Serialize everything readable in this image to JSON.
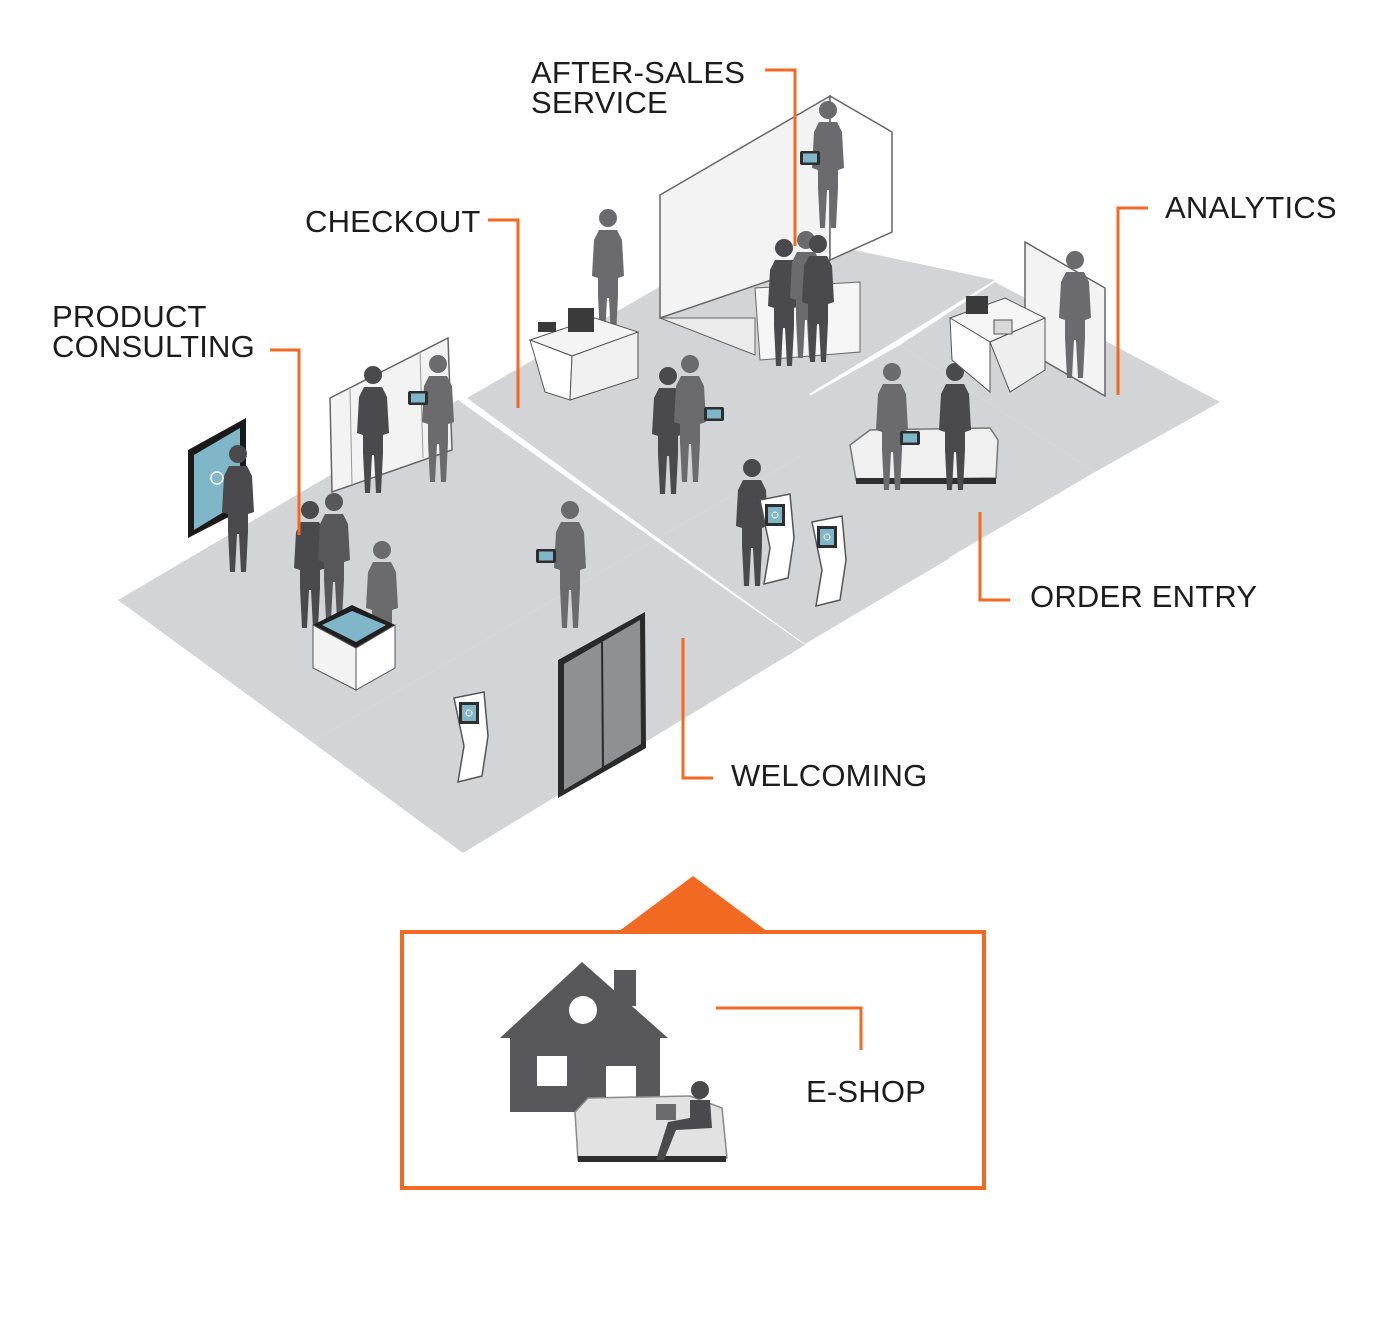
{
  "colors": {
    "accent": "#f26a21",
    "floor": "#d3d4d5",
    "figure": "#6b6b6d",
    "figure_dark": "#4a4a4c",
    "screen": "#7fb6c8",
    "furniture": "#f0f0f0",
    "outline": "#555555",
    "house": "#58585a"
  },
  "zones": [
    {
      "id": "after_sales",
      "label": "AFTER-SALES\nSERVICE"
    },
    {
      "id": "checkout",
      "label": "CHECKOUT"
    },
    {
      "id": "analytics",
      "label": "ANALYTICS"
    },
    {
      "id": "product_consulting",
      "label": "PRODUCT\nCONSULTING"
    },
    {
      "id": "order_entry",
      "label": "ORDER ENTRY"
    },
    {
      "id": "welcoming",
      "label": "WELCOMING"
    },
    {
      "id": "eshop",
      "label": "E-SHOP"
    }
  ],
  "icons": [
    "touchscreen-wall-icon",
    "tablet-icon",
    "kiosk-icon",
    "elevator-door-icon",
    "sofa-icon",
    "house-icon",
    "display-shelf-icon",
    "cash-register-icon",
    "desk-icon",
    "touch-table-icon",
    "person-silhouette-icon"
  ]
}
